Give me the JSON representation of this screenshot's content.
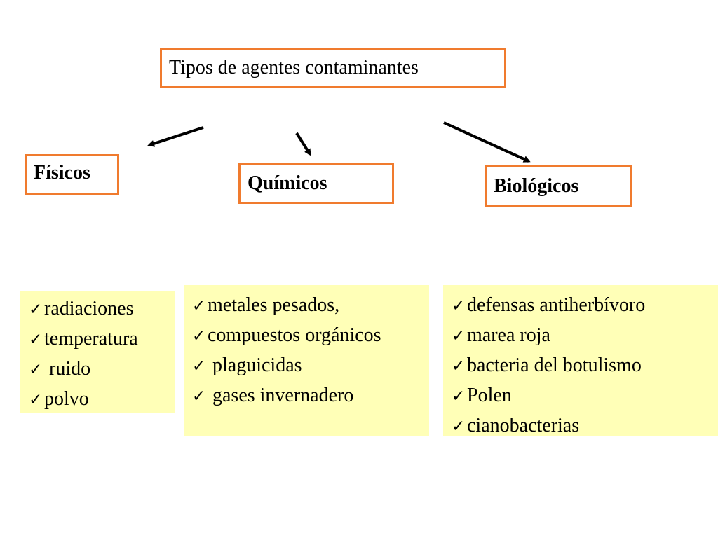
{
  "diagram": {
    "title": "Tipos de agentes contaminantes",
    "categories": {
      "fisicos": {
        "label": "Físicos",
        "items": [
          "radiaciones",
          "temperatura",
          " ruido",
          "polvo"
        ]
      },
      "quimicos": {
        "label": "Químicos",
        "items": [
          "metales pesados,",
          "compuestos orgánicos",
          " plaguicidas",
          " gases invernadero"
        ]
      },
      "biologicos": {
        "label": "Biológicos",
        "items": [
          "defensas antiherbívoro",
          "marea roja",
          "bacteria del botulismo",
          "Polen",
          "cianobacterias"
        ]
      }
    },
    "colors": {
      "box_border": "#f07b2e",
      "panel_fill": "#ffffb7",
      "arrow": "#000000"
    },
    "icons": {
      "bullet": "check-mark-icon"
    }
  }
}
